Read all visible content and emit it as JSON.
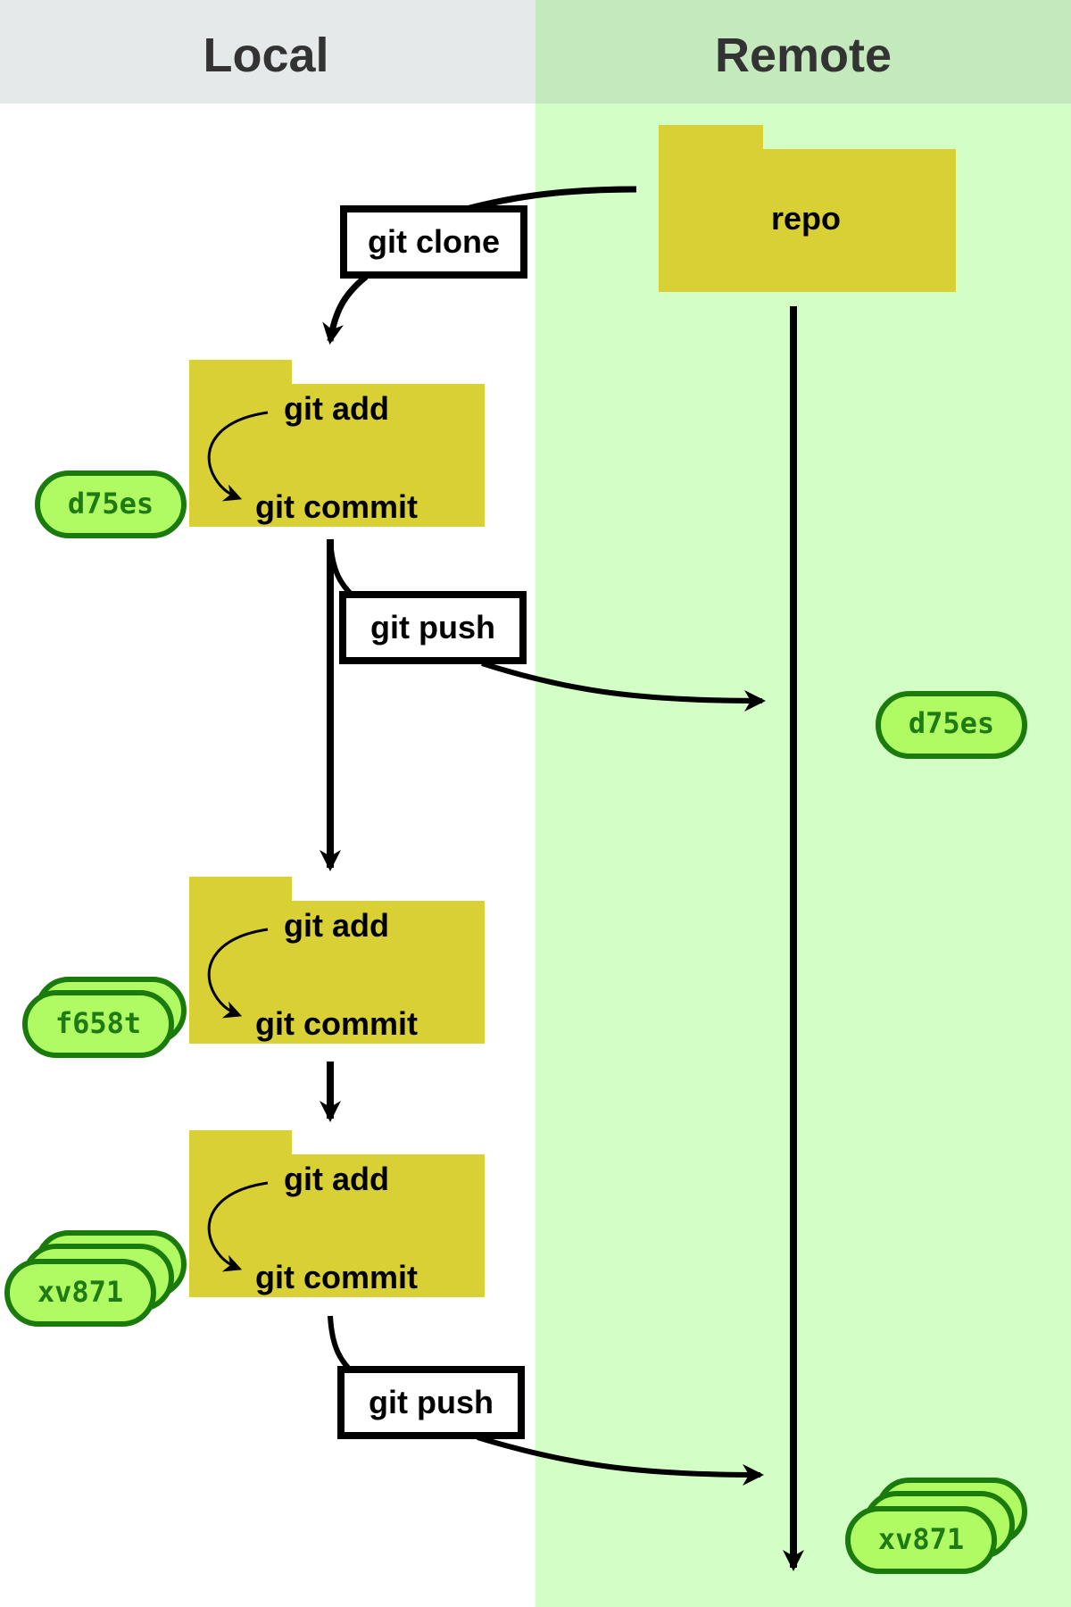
{
  "columns": {
    "local": "Local",
    "remote": "Remote"
  },
  "remote_repo": {
    "label": "repo"
  },
  "commands": {
    "clone": "git clone",
    "push_1": "git push",
    "push_2": "git push"
  },
  "local_folders": [
    {
      "add": "git add",
      "commit": "git commit"
    },
    {
      "add": "git add",
      "commit": "git commit"
    },
    {
      "add": "git add",
      "commit": "git commit"
    }
  ],
  "commits": {
    "local": [
      "d75es",
      "f658t",
      "xv871"
    ],
    "remote": [
      "d75es",
      "xv871"
    ]
  },
  "colors": {
    "local_header_bg": "#e6e9ea",
    "remote_header_bg": "#c3e9bc",
    "remote_bg": "#d3ffc6",
    "folder": "#d9d036",
    "commit_fill": "#b0fb63",
    "commit_stroke": "#1a7a0c",
    "commit_text": "#1e7a12",
    "text": "#333333",
    "line": "#000000"
  }
}
